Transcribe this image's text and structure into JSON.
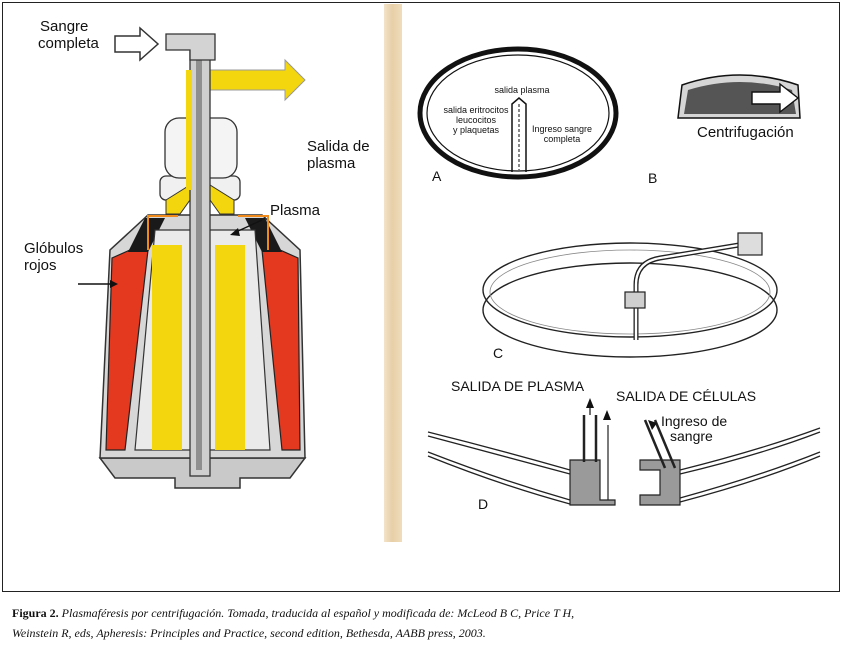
{
  "left_panel": {
    "whole_blood": [
      "Sangre",
      "completa"
    ],
    "plasma_out": [
      "Salida de",
      "plasma"
    ],
    "plasma": "Plasma",
    "red_cells": [
      "Glóbulos",
      "rojos"
    ]
  },
  "panel_a": {
    "letter": "A",
    "outlet_plasma": "salida plasma",
    "outlet_cells": [
      "salida eritrocitos",
      "leucocitos",
      "y plaquetas"
    ],
    "inlet_blood": [
      "Ingreso sangre",
      "completa"
    ]
  },
  "panel_b": {
    "letter": "B",
    "label": "Centrifugación"
  },
  "panel_c": {
    "letter": "C"
  },
  "panel_d": {
    "letter": "D",
    "plasma_out": "SALIDA DE PLASMA",
    "cells_out": "SALIDA DE CÉLULAS",
    "blood_in": [
      "Ingreso de",
      "sangre"
    ]
  },
  "caption": {
    "figure_number": "Figura 2.",
    "text_line1": "Plasmaféresis por centrifugación. Tomada, traducida al español y modificada de: McLeod B C, Price T H,",
    "text_line2": "Weinstein R, eds, Apheresis: Principles and Practice, second edition,  Bethesda, AABB press, 2003."
  },
  "colors": {
    "red_cells": "#e5391f",
    "plasma": "#f4d60f",
    "dark_cap": "#1a1a1a",
    "orange_line": "#f08a1a"
  }
}
